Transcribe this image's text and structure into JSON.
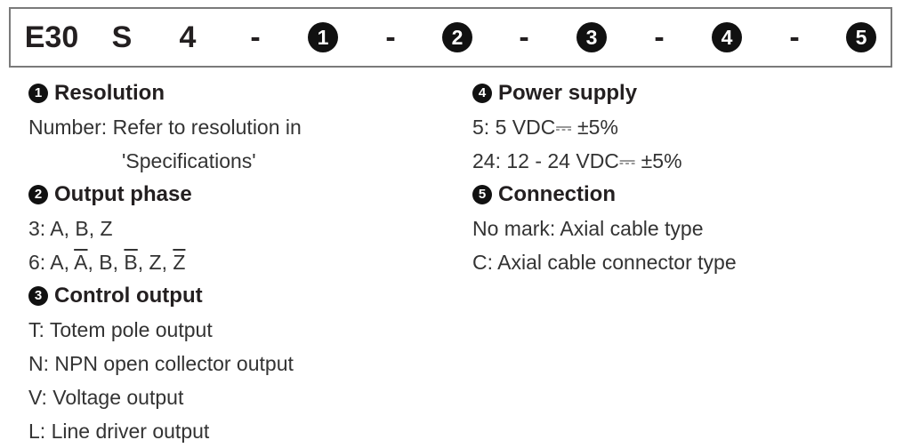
{
  "model_code": {
    "segments": [
      "E30",
      "S",
      "4",
      "-",
      "1",
      "-",
      "2",
      "-",
      "3",
      "-",
      "4",
      "-",
      "5"
    ]
  },
  "sections": {
    "resolution": {
      "number": "1",
      "title": "Resolution",
      "lines": [
        "Number: Refer to resolution in",
        "'Specifications'"
      ]
    },
    "output_phase": {
      "number": "2",
      "title": "Output phase",
      "line1": "3: A, B, Z",
      "line2": {
        "prefix": "6: A, ",
        "a_bar": "A",
        "mid1": ", B, ",
        "b_bar": "B",
        "mid2": ", Z, ",
        "z_bar": "Z"
      }
    },
    "control_output": {
      "number": "3",
      "title": "Control output",
      "lines": [
        "T: Totem pole output",
        "N: NPN open collector output",
        "V: Voltage output",
        "L: Line driver output"
      ]
    },
    "power_supply": {
      "number": "4",
      "title": "Power supply",
      "lines": [
        "5: 5 VDC⎓ ±5%",
        "24: 12 - 24 VDC⎓ ±5%"
      ]
    },
    "connection": {
      "number": "5",
      "title": "Connection",
      "lines": [
        "No mark: Axial cable type",
        "C: Axial cable connector type"
      ]
    }
  }
}
